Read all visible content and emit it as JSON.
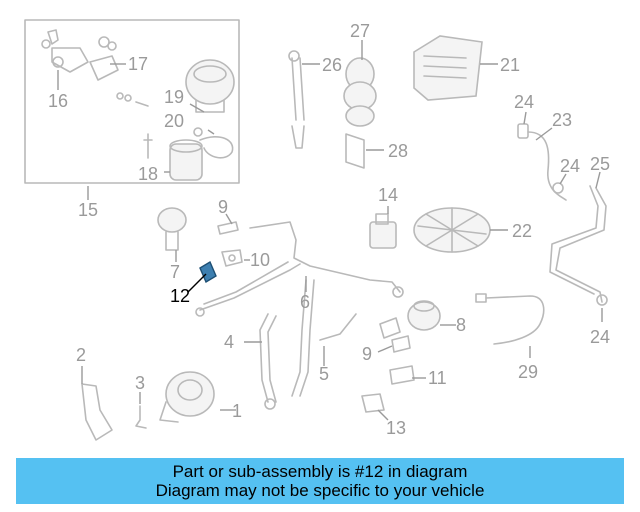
{
  "diagram": {
    "callouts": [
      {
        "id": "1",
        "label": "1"
      },
      {
        "id": "2",
        "label": "2"
      },
      {
        "id": "3",
        "label": "3"
      },
      {
        "id": "4",
        "label": "4"
      },
      {
        "id": "5",
        "label": "5"
      },
      {
        "id": "6",
        "label": "6"
      },
      {
        "id": "7",
        "label": "7"
      },
      {
        "id": "8",
        "label": "8"
      },
      {
        "id": "9a",
        "label": "9"
      },
      {
        "id": "9b",
        "label": "9"
      },
      {
        "id": "10",
        "label": "10"
      },
      {
        "id": "11",
        "label": "11"
      },
      {
        "id": "12",
        "label": "12"
      },
      {
        "id": "13",
        "label": "13"
      },
      {
        "id": "14",
        "label": "14"
      },
      {
        "id": "15",
        "label": "15"
      },
      {
        "id": "16",
        "label": "16"
      },
      {
        "id": "17",
        "label": "17"
      },
      {
        "id": "18",
        "label": "18"
      },
      {
        "id": "19",
        "label": "19"
      },
      {
        "id": "20",
        "label": "20"
      },
      {
        "id": "21",
        "label": "21"
      },
      {
        "id": "22",
        "label": "22"
      },
      {
        "id": "23",
        "label": "23"
      },
      {
        "id": "24a",
        "label": "24"
      },
      {
        "id": "24b",
        "label": "24"
      },
      {
        "id": "24c",
        "label": "24"
      },
      {
        "id": "25",
        "label": "25"
      },
      {
        "id": "26",
        "label": "26"
      },
      {
        "id": "27",
        "label": "27"
      },
      {
        "id": "28",
        "label": "28"
      },
      {
        "id": "29",
        "label": "29"
      }
    ],
    "highlighted_part": "12",
    "colors": {
      "banner": "#55c1f2",
      "line_art": "#b9b9b9",
      "callout_text": "#9a9a9a",
      "highlight_part": "#3d7fb0"
    }
  },
  "banner": {
    "line1": "Part or sub-assembly is #12 in diagram",
    "line2": "Diagram may not be specific to your vehicle"
  }
}
